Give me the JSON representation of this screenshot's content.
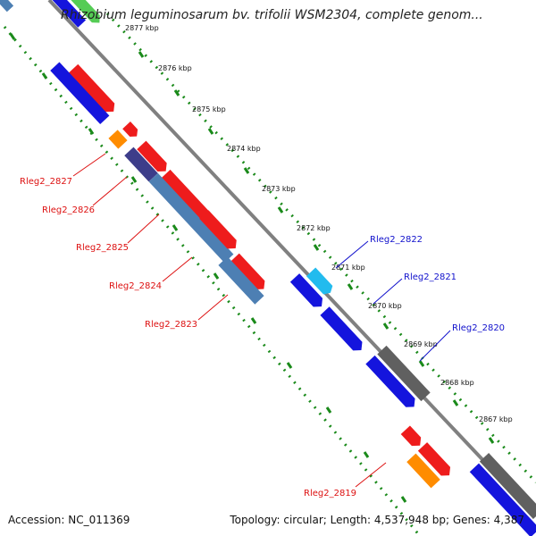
{
  "title": "Rhizobium leguminosarum bv. trifolii WSM2304, complete genom...",
  "accession": "Accession: NC_011369",
  "topology": "Topology: circular; Length: 4,537,948 bp; Genes: 4,387",
  "kbp_labels": [
    "2877 kbp",
    "2876 kbp",
    "2875 kbp",
    "2874 kbp",
    "2873 kbp",
    "2872 kbp",
    "2871 kbp",
    "2870 kbp",
    "2869 kbp",
    "2868 kbp",
    "2867 kbp"
  ],
  "gene_labels_left": [
    "Rleg2_2827",
    "Rleg2_2826",
    "Rleg2_2825",
    "Rleg2_2824",
    "Rleg2_2823",
    "Rleg2_2819"
  ],
  "gene_labels_right": [
    "Rleg2_2822",
    "Rleg2_2821",
    "Rleg2_2820"
  ],
  "colors": {
    "backbone": "#808080",
    "tick": "#1a8a1a",
    "cds_red": "#ee1c1c",
    "cds_blue": "#1414dd",
    "cds_steel": "#4d7fb3",
    "cds_indigo": "#3d3d8a",
    "cds_orange": "#ff8c00",
    "cds_cyan": "#22bbee",
    "cds_gray": "#606060",
    "label_red": "#dd1111",
    "label_blue": "#1111cc"
  }
}
